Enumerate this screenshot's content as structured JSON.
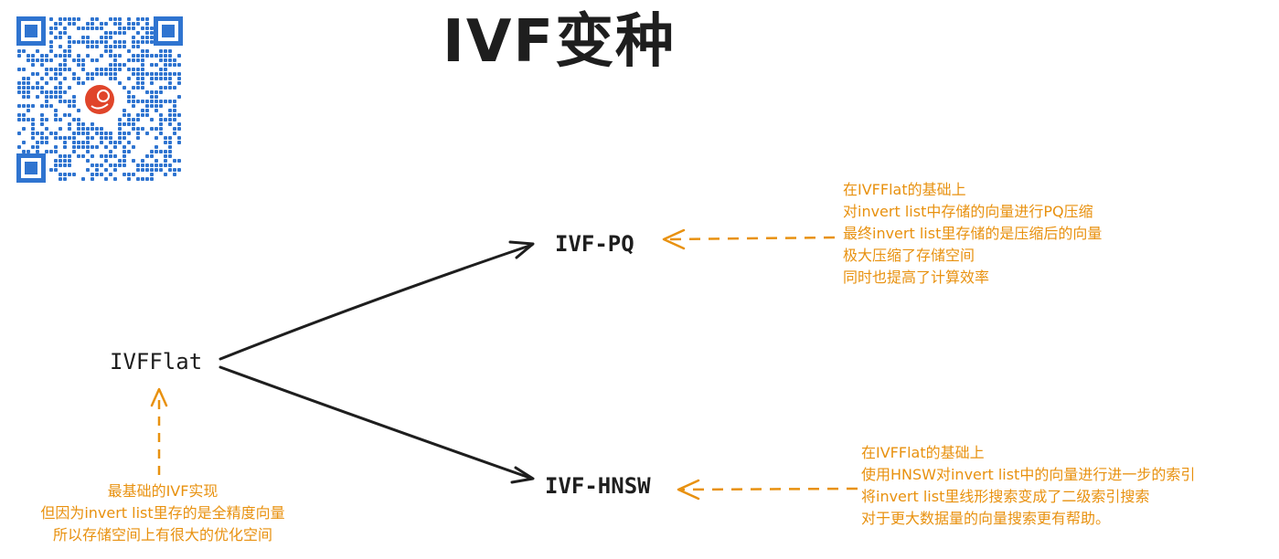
{
  "title": "IVF变种",
  "colors": {
    "ink": "#1e1e1e",
    "annotation": "#e8910f",
    "qr": "#2f74d0",
    "qr_logo": "#e0452a"
  },
  "qr_code": {
    "icon": "qr-code-icon",
    "logo_icon": "logo-icon"
  },
  "nodes": {
    "ivfflat": "IVFFlat",
    "ivfpq": "IVF-PQ",
    "ivfhnsw": "IVF-HNSW"
  },
  "edges": [
    {
      "from": "IVFFlat",
      "to": "IVF-PQ",
      "style": "solid"
    },
    {
      "from": "IVFFlat",
      "to": "IVF-HNSW",
      "style": "solid"
    }
  ],
  "annotations": {
    "pq": {
      "target": "IVF-PQ",
      "lines": [
        "在IVFFlat的基础上",
        "对invert list中存储的向量进行PQ压缩",
        "最终invert list里存储的是压缩后的向量",
        "极大压缩了存储空间",
        "同时也提高了计算效率"
      ]
    },
    "hnsw": {
      "target": "IVF-HNSW",
      "lines": [
        "在IVFFlat的基础上",
        "使用HNSW对invert list中的向量进行进一步的索引",
        "将invert list里线形搜索变成了二级索引搜索",
        "对于更大数据量的向量搜索更有帮助。"
      ]
    },
    "flat": {
      "target": "IVFFlat",
      "lines": [
        "最基础的IVF实现",
        "但因为invert list里存的是全精度向量",
        "所以存储空间上有很大的优化空间"
      ]
    }
  }
}
